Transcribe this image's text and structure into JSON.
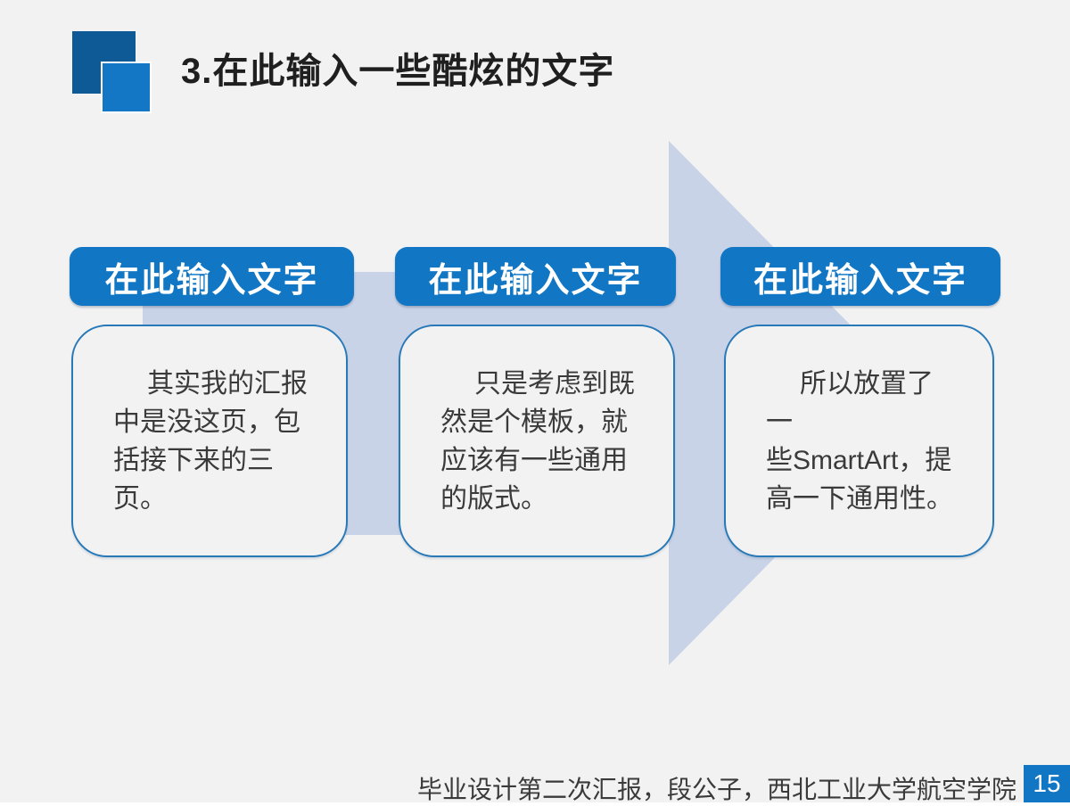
{
  "title": "3.在此输入一些酷炫的文字",
  "columns": [
    {
      "header": "在此输入文字",
      "body": "其实我的汇报\n中是没这页，包\n括接下来的三页。"
    },
    {
      "header": "在此输入文字",
      "body": "只是考虑到既\n然是个模板，就\n应该有一些通用\n的版式。"
    },
    {
      "header": "在此输入文字",
      "body": "所以放置了一\n些SmartArt，提\n高一下通用性。"
    }
  ],
  "footer": {
    "text": "毕业设计第二次汇报，段公子，西北工业大学航空学院",
    "page_number": "15"
  },
  "colors": {
    "accent_blue": "#1176c4",
    "dark_square_blue": "#0e5a96",
    "light_square_blue": "#1377c6",
    "arrow_fill": "#c9d3e7",
    "box_border": "#2879b8",
    "background": "#f2f2f2",
    "body_text": "#3a3a3a"
  }
}
